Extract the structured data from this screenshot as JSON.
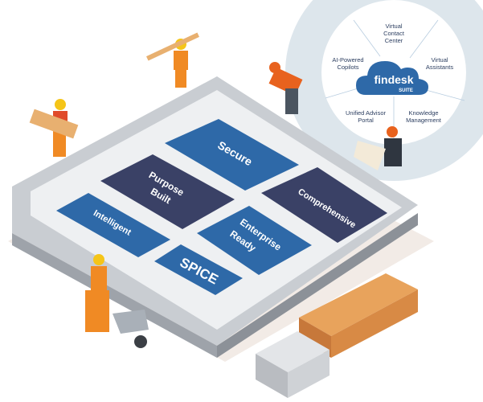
{
  "panels": {
    "secure": "Secure",
    "purpose_1": "Purpose",
    "purpose_2": "Built",
    "comprehensive": "Comprehensive",
    "intelligent": "Intelligent",
    "enterprise_1": "Enterprise",
    "enterprise_2": "Ready",
    "spice": "SPICE"
  },
  "suite": {
    "brand": "findesk",
    "brand_sub": "SUITE",
    "segments": {
      "vcc_1": "Virtual",
      "vcc_2": "Contact",
      "vcc_3": "Center",
      "va_1": "Virtual",
      "va_2": "Assistants",
      "km_1": "Knowledge",
      "km_2": "Management",
      "uap_1": "Unified Advisor",
      "uap_2": "Portal",
      "ai_1": "AI-Powered",
      "ai_2": "Copilots"
    }
  },
  "colors": {
    "blue": "#2e69a8",
    "navy": "#3a4166",
    "wall": "#bfc3c9",
    "bg_circle": "#dde6ec"
  }
}
